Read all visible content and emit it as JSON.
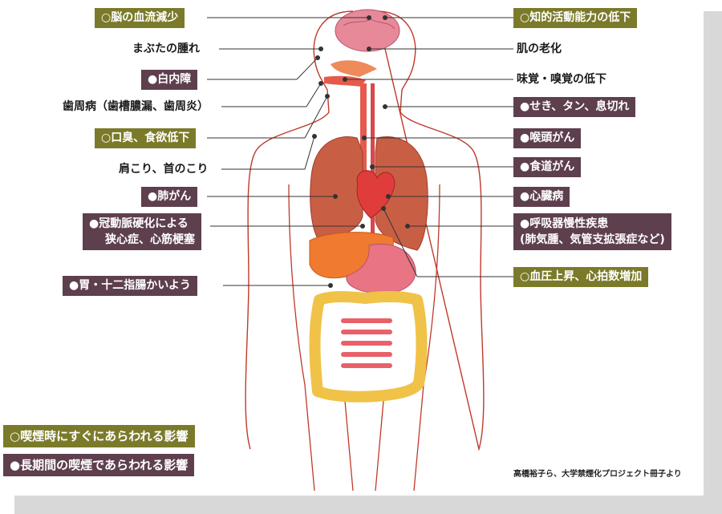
{
  "labels": {
    "brain_blood_flow": "○脳の血流減少",
    "eyelid_swelling": "まぶたの腫れ",
    "cataract": "●白内障",
    "periodontal": "歯周病（歯槽膿漏、歯周炎）",
    "bad_breath": "○口臭、食欲低下",
    "shoulder_neck": "肩こり、首のこり",
    "lung_cancer": "●肺がん",
    "coronary_line1": "●冠動脈硬化による",
    "coronary_line2": "狭心症、心筋梗塞",
    "stomach_ulcer": "●胃・十二指腸かいよう",
    "intellect_decline": "○知的活動能力の低下",
    "skin_aging": "肌の老化",
    "taste_smell": "味覚・嗅覚の低下",
    "cough": "●せき、タン、息切れ",
    "throat_cancer": "●喉頭がん",
    "esophageal_cancer": "●食道がん",
    "heart_disease": "●心臓病",
    "copd_line1": "●呼吸器慢性疾患",
    "copd_line2": "(肺気腫、気管支拡張症など)",
    "bp_rise": "○血圧上昇、心拍数増加"
  },
  "legend": {
    "immediate": "○喫煙時にすぐにあらわれる影響",
    "longterm": "●長期間の喫煙であらわれる影響"
  },
  "credit": "高橋裕子ら、大学禁煙化プロジェクト冊子より",
  "colors": {
    "immediate_bg": "#7b7a2a",
    "longterm_bg": "#5e3f4e",
    "outline": "#c0392b"
  }
}
